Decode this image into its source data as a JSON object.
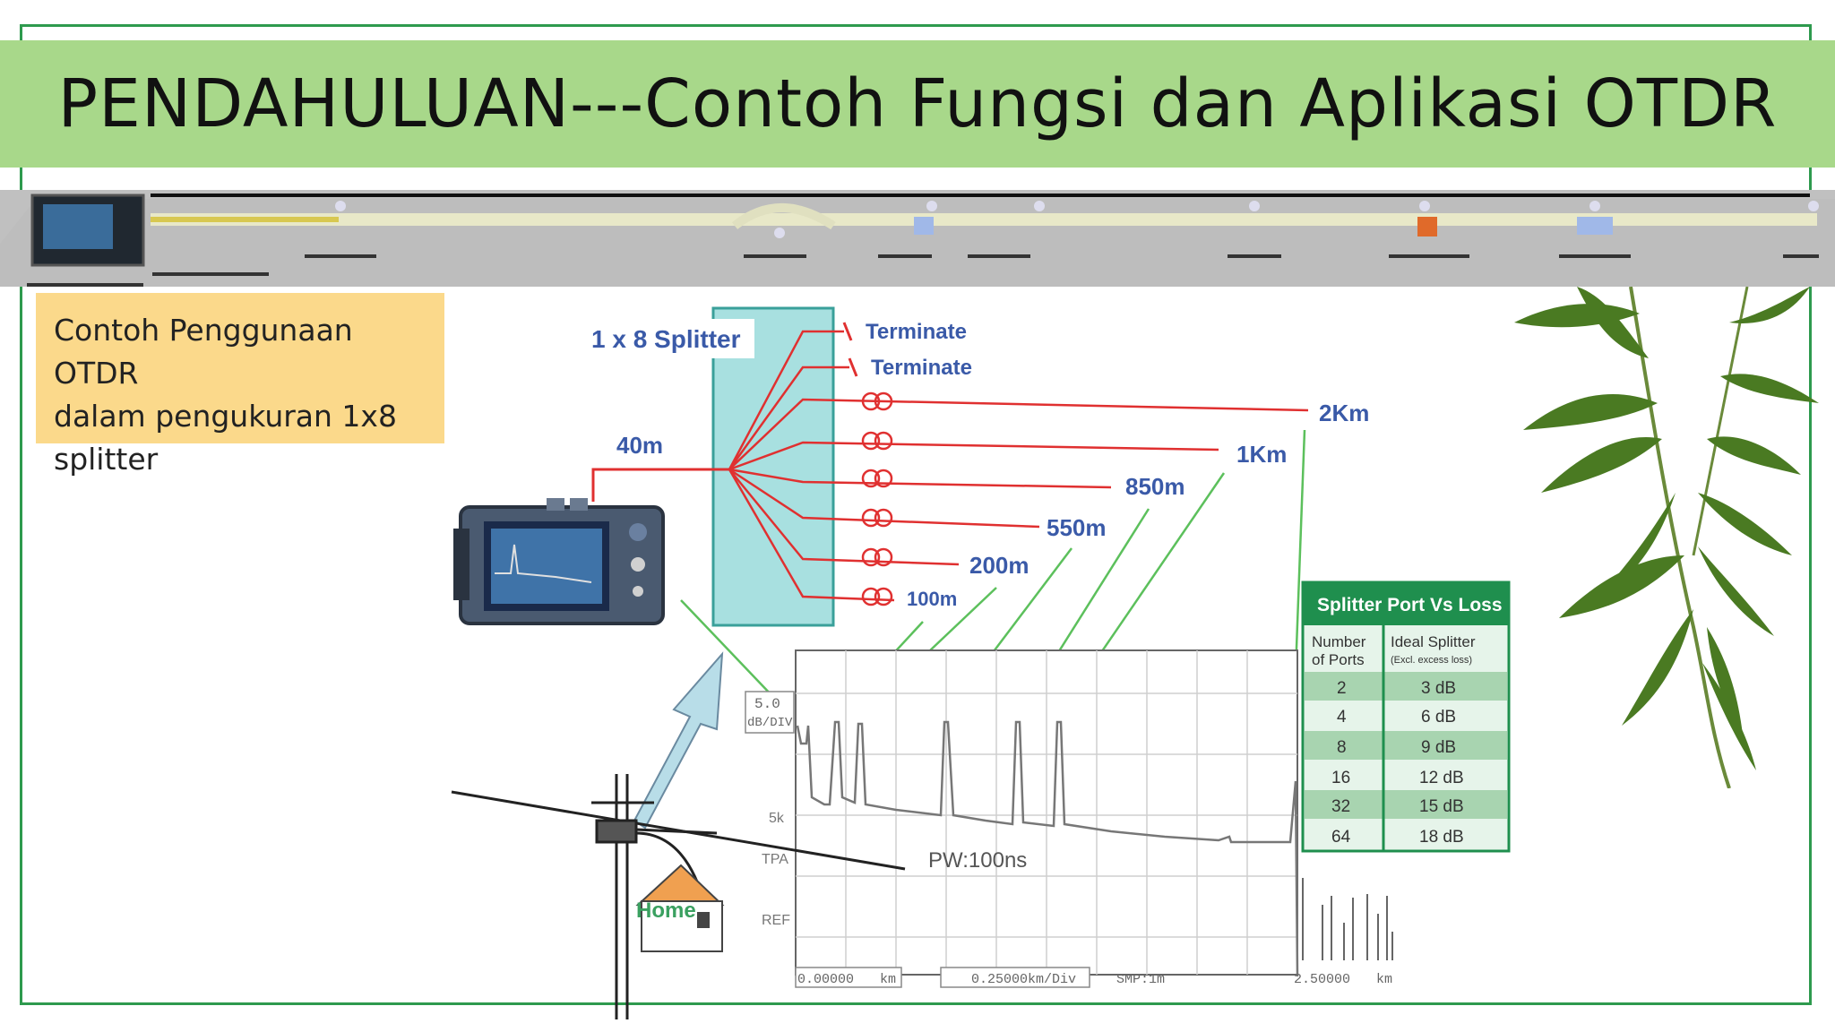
{
  "slide": {
    "title": "PENDAHULUAN---Contoh Fungsi dan Aplikasi OTDR",
    "callout_lines": [
      "Contoh Penggunaan OTDR",
      "dalam pengukuran 1x8",
      "splitter"
    ]
  },
  "diagram": {
    "splitter_label": "1 x 8 Splitter",
    "feeder_length": "40m",
    "terminate_labels": [
      "Terminate",
      "Terminate"
    ],
    "branch_lengths": [
      "2Km",
      "1Km",
      "850m",
      "550m",
      "200m",
      "100m"
    ],
    "home_label": "Home"
  },
  "trace": {
    "scale_top": "5.0",
    "scale_unit": "dB/DIV",
    "marker_5k": "5k",
    "marker_tpa": "TPA",
    "marker_ref": "REF",
    "pulse_width": "PW:100ns",
    "x_start": "0.00000",
    "x_start_unit": "km",
    "x_div": "0.25000km/Div",
    "smp": "SMP:1m",
    "x_end": "2.50000",
    "x_end_unit": "km"
  },
  "loss_table": {
    "title": "Splitter Port Vs Loss",
    "col1_header_line1": "Number",
    "col1_header_line2": "of Ports",
    "col2_header_line1": "Ideal Splitter",
    "col2_header_line2": "(Excl. excess loss)",
    "rows": [
      {
        "ports": "2",
        "loss": "3 dB"
      },
      {
        "ports": "4",
        "loss": "6 dB"
      },
      {
        "ports": "8",
        "loss": "9 dB"
      },
      {
        "ports": "16",
        "loss": "12 dB"
      },
      {
        "ports": "32",
        "loss": "15 dB"
      },
      {
        "ports": "64",
        "loss": "18 dB"
      }
    ]
  },
  "colors": {
    "title_band": "#a8d88a",
    "frame": "#2e9a4e",
    "callout": "#fbd98b",
    "fiber_red": "#e03030",
    "arrow_green": "#5cc05c",
    "table_green": "#1f8f4e"
  }
}
